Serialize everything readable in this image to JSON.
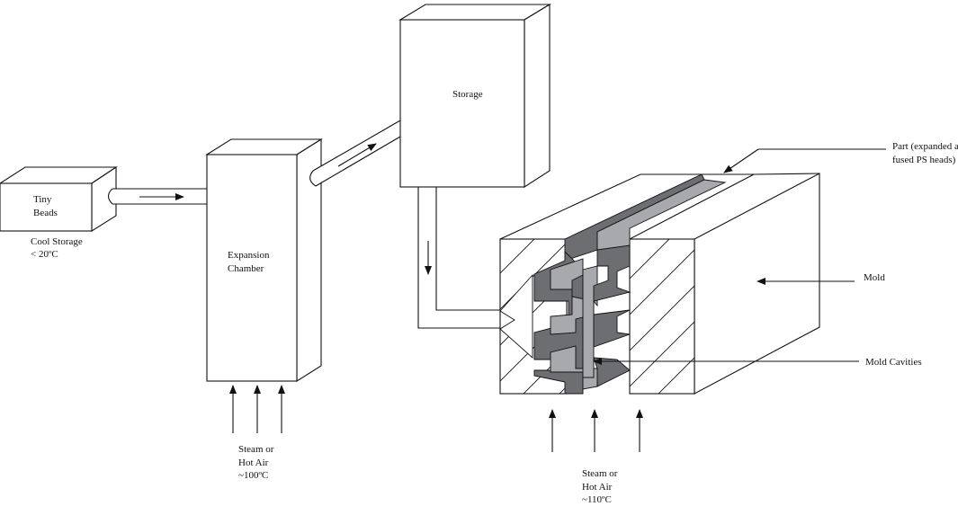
{
  "labels": {
    "tiny_beads": [
      "Tiny",
      "Beads"
    ],
    "cool_storage": [
      "Cool Storage",
      "< 20ºC"
    ],
    "expansion_chamber": [
      "Expansion",
      "Chamber"
    ],
    "storage": "Storage",
    "steam1": [
      "Steam or",
      "Hot Air",
      "~100ºC"
    ],
    "steam2": [
      "Steam or",
      "Hot Air",
      "~110ºC"
    ],
    "part": [
      "Part (expanded and",
      "fused PS heads)"
    ],
    "mold": "Mold",
    "mold_cavities": "Mold Cavities"
  },
  "colors": {
    "part_dark": "#6d6e71",
    "part_light": "#a7a9ac"
  }
}
